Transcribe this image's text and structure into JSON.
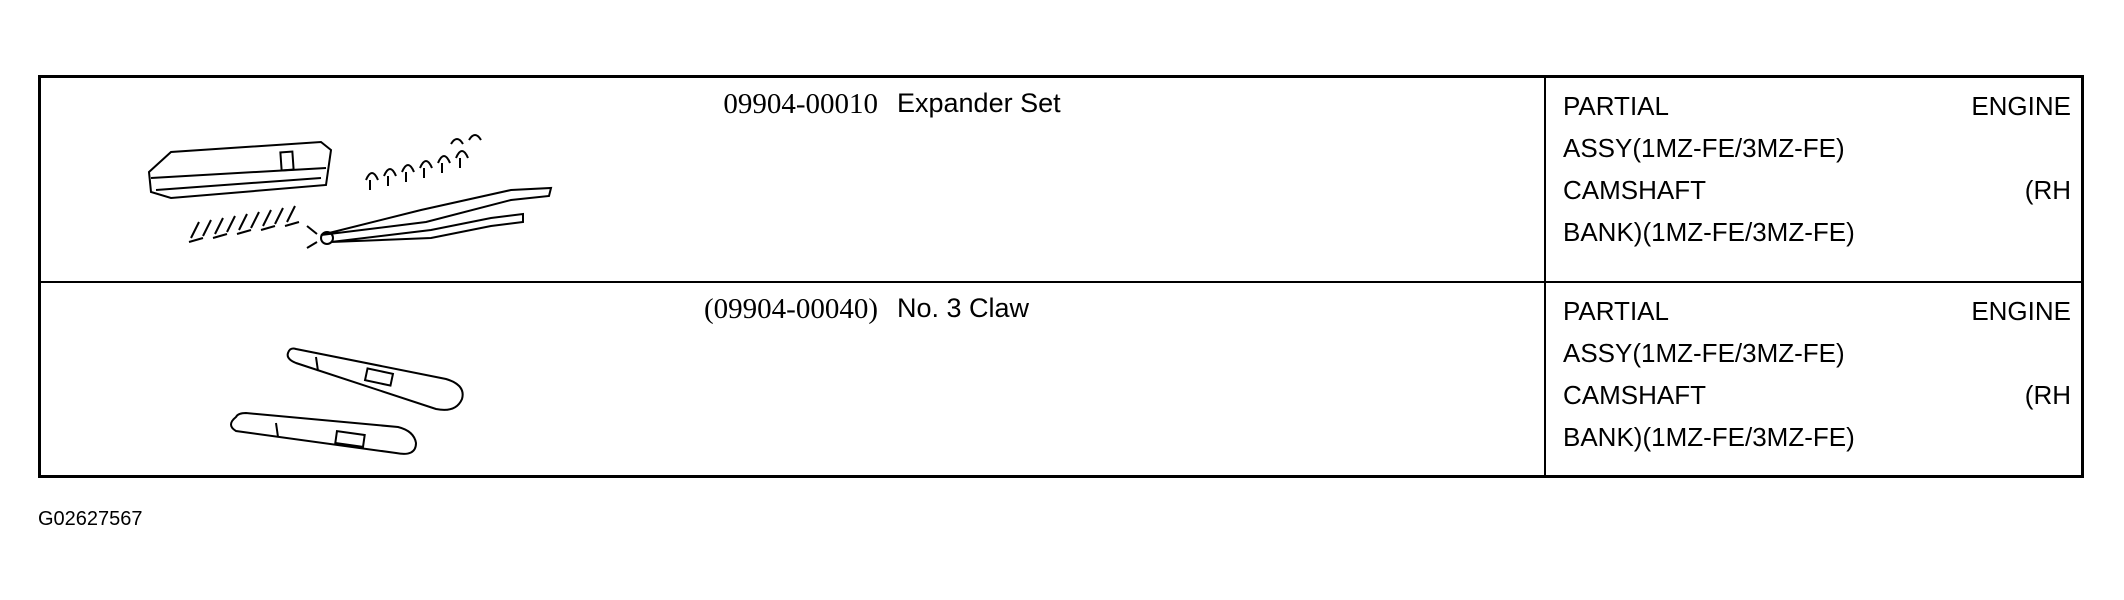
{
  "rows": [
    {
      "part_number": "09904-00010",
      "part_name": "Expander Set",
      "application": [
        {
          "left": "PARTIAL",
          "right": "ENGINE"
        },
        {
          "left": "ASSY(1MZ-FE/3MZ-FE)",
          "right": ""
        },
        {
          "left": "CAMSHAFT",
          "right": "(RH"
        },
        {
          "left": "BANK)(1MZ-FE/3MZ-FE)",
          "right": ""
        }
      ]
    },
    {
      "part_number": "(09904-00040)",
      "part_name": "No. 3 Claw",
      "application": [
        {
          "left": "PARTIAL",
          "right": "ENGINE"
        },
        {
          "left": "ASSY(1MZ-FE/3MZ-FE)",
          "right": ""
        },
        {
          "left": "CAMSHAFT",
          "right": "(RH"
        },
        {
          "left": "BANK)(1MZ-FE/3MZ-FE)",
          "right": ""
        }
      ]
    }
  ],
  "figure_code": "G02627567"
}
